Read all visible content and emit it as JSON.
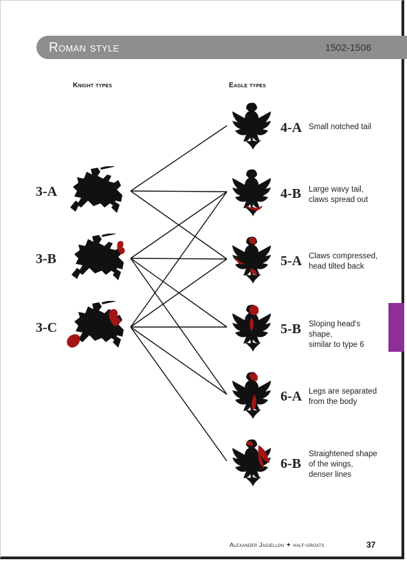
{
  "header": {
    "title": "Roman style",
    "dates": "1502-1506"
  },
  "columns": {
    "knight_heading": "Knight types",
    "eagle_heading": "Eagle types"
  },
  "knights": [
    {
      "label": "3-A"
    },
    {
      "label": "3-B"
    },
    {
      "label": "3-C"
    }
  ],
  "eagles": [
    {
      "label": "4-A",
      "description": "Small notched tail"
    },
    {
      "label": "4-B",
      "description": "Large wavy tail,\nclaws spread out"
    },
    {
      "label": "5-A",
      "description": "Claws compressed,\nhead tilted back"
    },
    {
      "label": "5-B",
      "description": "Sloping head's shape,\nsimilar to type 6"
    },
    {
      "label": "6-A",
      "description": "Legs are separated\nfrom the body"
    },
    {
      "label": "6-B",
      "description": "Straightened shape\nof the wings,\ndenser lines"
    }
  ],
  "connections": [
    [
      "3-A",
      "4-A"
    ],
    [
      "3-A",
      "4-B"
    ],
    [
      "3-A",
      "5-A"
    ],
    [
      "3-B",
      "4-B"
    ],
    [
      "3-B",
      "5-A"
    ],
    [
      "3-B",
      "5-B"
    ],
    [
      "3-B",
      "6-A"
    ],
    [
      "3-C",
      "4-B"
    ],
    [
      "3-C",
      "5-A"
    ],
    [
      "3-C",
      "5-B"
    ],
    [
      "3-C",
      "6-A"
    ],
    [
      "3-C",
      "6-B"
    ]
  ],
  "icons": {
    "knight": "knight-on-horse-icon",
    "eagle": "eagle-icon"
  },
  "colors": {
    "band": "#8e8e8e",
    "accent_red": "#a31515",
    "side_tab": "#8e2e96",
    "ink": "#111111"
  },
  "footer": {
    "text": "Alexander Jagiellon ✦ half-groats",
    "page": "37"
  }
}
